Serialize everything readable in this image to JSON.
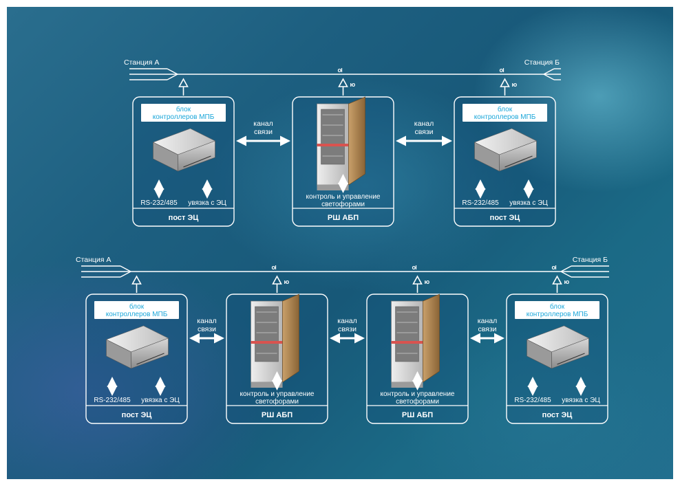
{
  "diagrams": [
    {
      "station_left": "Станция А",
      "station_right": "Станция Б",
      "nodes": [
        {
          "type": "post",
          "title": "блок контроллеров МПБ",
          "title_line1": "блок",
          "title_line2": "контроллеров МПБ",
          "interface_left": "RS-232/485",
          "interface_right": "увязка с ЭЦ",
          "footer": "пост ЭЦ"
        },
        {
          "type": "cabinet",
          "caption_line1": "контроль и управление",
          "caption_line2": "светофорами",
          "footer": "РШ АБП"
        },
        {
          "type": "post",
          "title": "блок контроллеров МПБ",
          "title_line1": "блок",
          "title_line2": "контроллеров МПБ",
          "interface_left": "RS-232/485",
          "interface_right": "увязка с ЭЦ",
          "footer": "пост ЭЦ"
        }
      ],
      "links": [
        {
          "label_line1": "канал",
          "label_line2": "связи"
        },
        {
          "label_line1": "канал",
          "label_line2": "связи"
        }
      ]
    },
    {
      "station_left": "Станция А",
      "station_right": "Станция Б",
      "nodes": [
        {
          "type": "post",
          "title": "блок контроллеров МПБ",
          "title_line1": "блок",
          "title_line2": "контроллеров МПБ",
          "interface_left": "RS-232/485",
          "interface_right": "увязка с ЭЦ",
          "footer": "пост ЭЦ"
        },
        {
          "type": "cabinet",
          "caption_line1": "контроль и управление",
          "caption_line2": "светофорами",
          "footer": "РШ АБП"
        },
        {
          "type": "cabinet",
          "caption_line1": "контроль и управление",
          "caption_line2": "светофорами",
          "footer": "РШ АБП"
        },
        {
          "type": "post",
          "title": "блок контроллеров МПБ",
          "title_line1": "блок",
          "title_line2": "контроллеров МПБ",
          "interface_left": "RS-232/485",
          "interface_right": "увязка с ЭЦ",
          "footer": "пост ЭЦ"
        }
      ],
      "links": [
        {
          "label_line1": "канал",
          "label_line2": "связи"
        },
        {
          "label_line1": "канал",
          "label_line2": "связи"
        },
        {
          "label_line1": "канал",
          "label_line2": "связи"
        }
      ]
    }
  ],
  "colors": {
    "accent": "#1aa6d9",
    "box_fill": "#1f6fa0",
    "box_stroke": "#ffffff",
    "tag_bg": "#ffffff"
  },
  "icons": {
    "controller": "controller-unit-icon",
    "cabinet": "relay-cabinet-icon",
    "signal": "signal-icon",
    "arrow": "double-arrow-icon"
  }
}
